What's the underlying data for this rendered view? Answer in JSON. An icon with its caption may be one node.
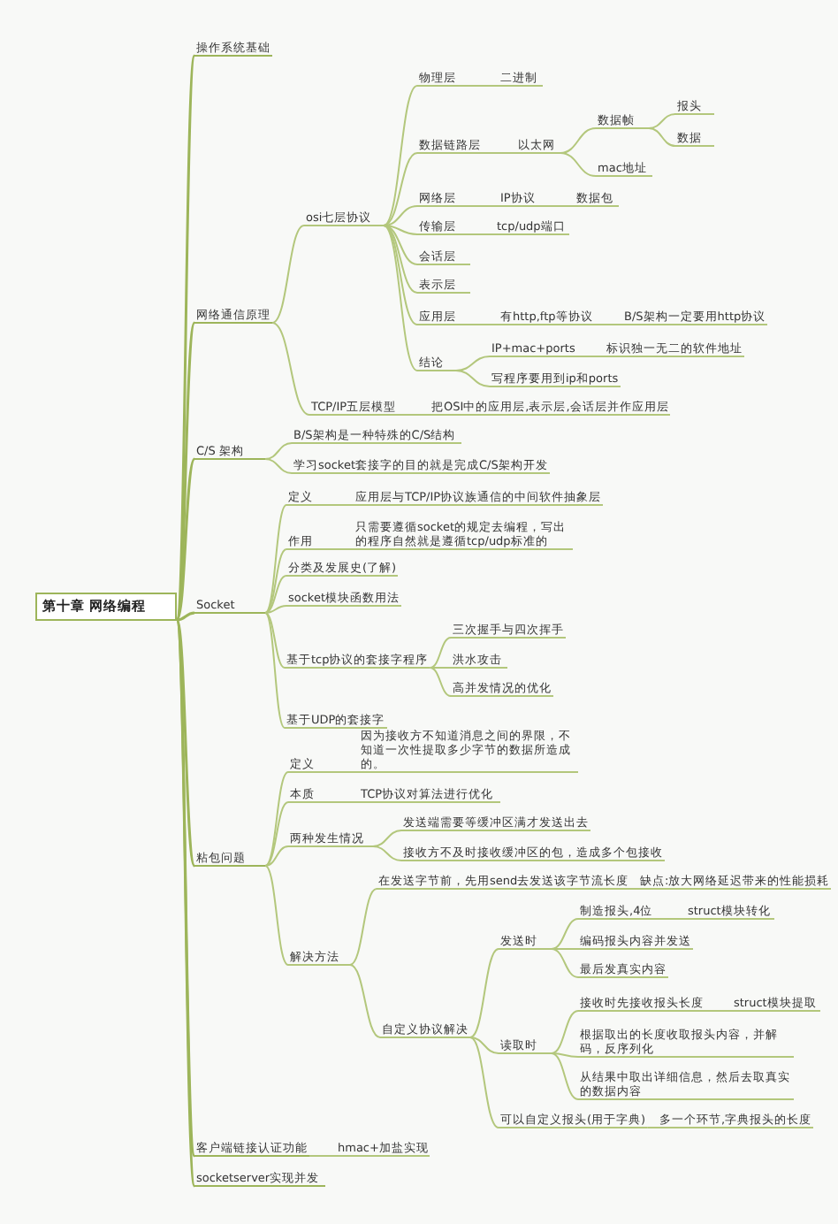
{
  "diagram": {
    "nodes": [
      {
        "text": [
          "第十章 网络编程"
        ]
      },
      {
        "text": [
          "操作系统基础"
        ]
      },
      {
        "text": [
          "网络通信原理"
        ]
      },
      {
        "text": [
          "osi七层协议"
        ]
      },
      {
        "text": [
          "物理层"
        ]
      },
      {
        "text": [
          "二进制"
        ]
      },
      {
        "text": [
          "数据链路层"
        ]
      },
      {
        "text": [
          "以太网"
        ]
      },
      {
        "text": [
          "数据帧"
        ]
      },
      {
        "text": [
          "报头"
        ]
      },
      {
        "text": [
          "数据"
        ]
      },
      {
        "text": [
          "mac地址"
        ]
      },
      {
        "text": [
          "网络层"
        ]
      },
      {
        "text": [
          "IP协议"
        ]
      },
      {
        "text": [
          "数据包"
        ]
      },
      {
        "text": [
          "传输层"
        ]
      },
      {
        "text": [
          "tcp/udp端口"
        ]
      },
      {
        "text": [
          "会话层"
        ]
      },
      {
        "text": [
          "表示层"
        ]
      },
      {
        "text": [
          "应用层"
        ]
      },
      {
        "text": [
          "有http,ftp等协议"
        ]
      },
      {
        "text": [
          "B/S架构一定要用http协议"
        ]
      },
      {
        "text": [
          "结论"
        ]
      },
      {
        "text": [
          "IP+mac+ports"
        ]
      },
      {
        "text": [
          "标识独一无二的软件地址"
        ]
      },
      {
        "text": [
          "写程序要用到ip和ports"
        ]
      },
      {
        "text": [
          "TCP/IP五层模型"
        ]
      },
      {
        "text": [
          "把OSI中的应用层,表示层,会话层并作应用层"
        ]
      },
      {
        "text": [
          "C/S 架构"
        ]
      },
      {
        "text": [
          "B/S架构是一种特殊的C/S结构"
        ]
      },
      {
        "text": [
          "学习socket套接字的目的就是完成C/S架构开发"
        ]
      },
      {
        "text": [
          "Socket"
        ]
      },
      {
        "text": [
          "定义"
        ]
      },
      {
        "text": [
          "应用层与TCP/IP协议族通信的中间软件抽象层"
        ]
      },
      {
        "text": [
          "作用"
        ]
      },
      {
        "text": [
          "只需要遵循socket的规定去编程，写出的程序自然就是遵循tcp/udp标准的"
        ]
      },
      {
        "text": [
          "分类及发展史(了解)"
        ]
      },
      {
        "text": [
          "socket模块函数用法"
        ]
      },
      {
        "text": [
          "基于tcp协议的套接字程序"
        ]
      },
      {
        "text": [
          "三次握手与四次挥手"
        ]
      },
      {
        "text": [
          "洪水攻击"
        ]
      },
      {
        "text": [
          "高并发情况的优化"
        ]
      },
      {
        "text": [
          "基于UDP的套接字"
        ]
      },
      {
        "text": [
          "粘包问题"
        ]
      },
      {
        "text": [
          "定义"
        ]
      },
      {
        "text": [
          "因为接收方不知道消息之间的界限，不知道一次性提取多少字节的数据所造成的。"
        ]
      },
      {
        "text": [
          "本质"
        ]
      },
      {
        "text": [
          "TCP协议对算法进行优化"
        ]
      },
      {
        "text": [
          "两种发生情况"
        ]
      },
      {
        "text": [
          "发送端需要等缓冲区满才发送出去"
        ]
      },
      {
        "text": [
          "接收方不及时接收缓冲区的包，造成多个包接收"
        ]
      },
      {
        "text": [
          "解决方法"
        ]
      },
      {
        "text": [
          "在发送字节前，先用send去发送该字节流长度"
        ]
      },
      {
        "text": [
          "缺点:放大网络延迟带来的性能损耗"
        ]
      },
      {
        "text": [
          "自定义协议解决"
        ]
      },
      {
        "text": [
          "发送时"
        ]
      },
      {
        "text": [
          "制造报头,4位"
        ]
      },
      {
        "text": [
          "struct模块转化"
        ]
      },
      {
        "text": [
          "编码报头内容并发送"
        ]
      },
      {
        "text": [
          "最后发真实内容"
        ]
      },
      {
        "text": [
          "读取时"
        ]
      },
      {
        "text": [
          "接收时先接收报头长度"
        ]
      },
      {
        "text": [
          "struct模块提取"
        ]
      },
      {
        "text": [
          "根据取出的长度收取报头内容，并解码，反序列化"
        ]
      },
      {
        "text": [
          "从结果中取出详细信息，然后去取真实的数据内容"
        ]
      },
      {
        "text": [
          "可以自定义报头(用于字典)"
        ]
      },
      {
        "text": [
          "多一个环节,字典报头的长度"
        ]
      },
      {
        "text": [
          "客户端链接认证功能"
        ]
      },
      {
        "text": [
          "hmac+加盐实现"
        ]
      },
      {
        "text": [
          "socketserver实现并发"
        ]
      }
    ],
    "edges": [
      {
        "from": 0,
        "to": 1,
        "arrow": "none"
      },
      {
        "from": 0,
        "to": 2,
        "arrow": "none"
      },
      {
        "from": 2,
        "to": 3,
        "arrow": "none"
      },
      {
        "from": 3,
        "to": 4,
        "arrow": "none"
      },
      {
        "from": 4,
        "to": 5,
        "arrow": "none"
      },
      {
        "from": 3,
        "to": 6,
        "arrow": "none"
      },
      {
        "from": 6,
        "to": 7,
        "arrow": "none"
      },
      {
        "from": 7,
        "to": 8,
        "arrow": "none"
      },
      {
        "from": 8,
        "to": 9,
        "arrow": "none"
      },
      {
        "from": 8,
        "to": 10,
        "arrow": "none"
      },
      {
        "from": 7,
        "to": 11,
        "arrow": "none"
      },
      {
        "from": 3,
        "to": 12,
        "arrow": "none"
      },
      {
        "from": 12,
        "to": 13,
        "arrow": "none"
      },
      {
        "from": 13,
        "to": 14,
        "arrow": "none"
      },
      {
        "from": 3,
        "to": 15,
        "arrow": "none"
      },
      {
        "from": 15,
        "to": 16,
        "arrow": "none"
      },
      {
        "from": 3,
        "to": 17,
        "arrow": "none"
      },
      {
        "from": 3,
        "to": 18,
        "arrow": "none"
      },
      {
        "from": 3,
        "to": 19,
        "arrow": "none"
      },
      {
        "from": 19,
        "to": 20,
        "arrow": "none"
      },
      {
        "from": 20,
        "to": 21,
        "arrow": "none"
      },
      {
        "from": 3,
        "to": 22,
        "arrow": "none"
      },
      {
        "from": 22,
        "to": 23,
        "arrow": "none"
      },
      {
        "from": 23,
        "to": 24,
        "arrow": "none"
      },
      {
        "from": 22,
        "to": 25,
        "arrow": "none"
      },
      {
        "from": 2,
        "to": 26,
        "arrow": "none"
      },
      {
        "from": 26,
        "to": 27,
        "arrow": "none"
      },
      {
        "from": 0,
        "to": 28,
        "arrow": "none"
      },
      {
        "from": 28,
        "to": 29,
        "arrow": "none"
      },
      {
        "from": 28,
        "to": 30,
        "arrow": "none"
      },
      {
        "from": 0,
        "to": 31,
        "arrow": "none"
      },
      {
        "from": 31,
        "to": 32,
        "arrow": "none"
      },
      {
        "from": 32,
        "to": 33,
        "arrow": "none"
      },
      {
        "from": 31,
        "to": 34,
        "arrow": "none"
      },
      {
        "from": 34,
        "to": 35,
        "arrow": "none"
      },
      {
        "from": 31,
        "to": 36,
        "arrow": "none"
      },
      {
        "from": 31,
        "to": 37,
        "arrow": "none"
      },
      {
        "from": 31,
        "to": 38,
        "arrow": "none"
      },
      {
        "from": 38,
        "to": 39,
        "arrow": "none"
      },
      {
        "from": 38,
        "to": 40,
        "arrow": "none"
      },
      {
        "from": 38,
        "to": 41,
        "arrow": "none"
      },
      {
        "from": 31,
        "to": 42,
        "arrow": "none"
      },
      {
        "from": 0,
        "to": 43,
        "arrow": "none"
      },
      {
        "from": 43,
        "to": 44,
        "arrow": "none"
      },
      {
        "from": 44,
        "to": 45,
        "arrow": "none"
      },
      {
        "from": 43,
        "to": 46,
        "arrow": "none"
      },
      {
        "from": 46,
        "to": 47,
        "arrow": "none"
      },
      {
        "from": 43,
        "to": 48,
        "arrow": "none"
      },
      {
        "from": 48,
        "to": 49,
        "arrow": "none"
      },
      {
        "from": 48,
        "to": 50,
        "arrow": "none"
      },
      {
        "from": 43,
        "to": 51,
        "arrow": "none"
      },
      {
        "from": 51,
        "to": 52,
        "arrow": "none"
      },
      {
        "from": 52,
        "to": 53,
        "arrow": "none"
      },
      {
        "from": 51,
        "to": 54,
        "arrow": "none"
      },
      {
        "from": 54,
        "to": 55,
        "arrow": "none"
      },
      {
        "from": 55,
        "to": 56,
        "arrow": "none"
      },
      {
        "from": 56,
        "to": 57,
        "arrow": "none"
      },
      {
        "from": 55,
        "to": 58,
        "arrow": "none"
      },
      {
        "from": 55,
        "to": 59,
        "arrow": "none"
      },
      {
        "from": 54,
        "to": 60,
        "arrow": "none"
      },
      {
        "from": 60,
        "to": 61,
        "arrow": "none"
      },
      {
        "from": 61,
        "to": 62,
        "arrow": "none"
      },
      {
        "from": 60,
        "to": 63,
        "arrow": "none"
      },
      {
        "from": 60,
        "to": 64,
        "arrow": "none"
      },
      {
        "from": 54,
        "to": 65,
        "arrow": "none"
      },
      {
        "from": 65,
        "to": 66,
        "arrow": "none"
      },
      {
        "from": 0,
        "to": 67,
        "arrow": "none"
      },
      {
        "from": 67,
        "to": 68,
        "arrow": "none"
      },
      {
        "from": 0,
        "to": 69,
        "arrow": "none"
      }
    ]
  }
}
